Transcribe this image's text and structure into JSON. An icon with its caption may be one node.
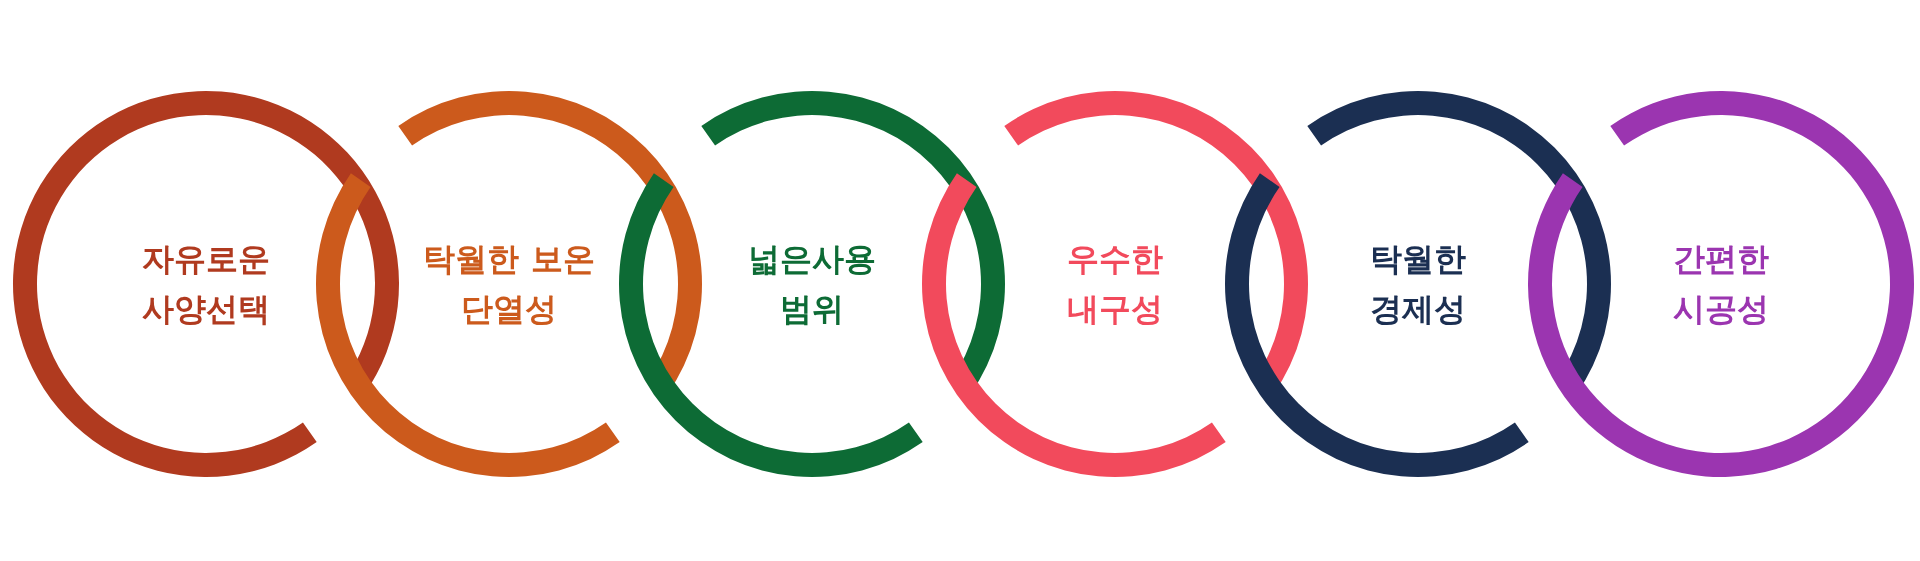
{
  "diagram": {
    "nodes": [
      {
        "text": [
          "자유로운 사양선택"
        ]
      },
      {
        "text": [
          "탁월한 보온 단열성"
        ]
      },
      {
        "text": [
          "넓은사용 범위"
        ]
      },
      {
        "text": [
          "우수한 내구성"
        ]
      },
      {
        "text": [
          "탁월한 경제성"
        ]
      },
      {
        "text": [
          "간편한 시공성"
        ]
      }
    ]
  }
}
